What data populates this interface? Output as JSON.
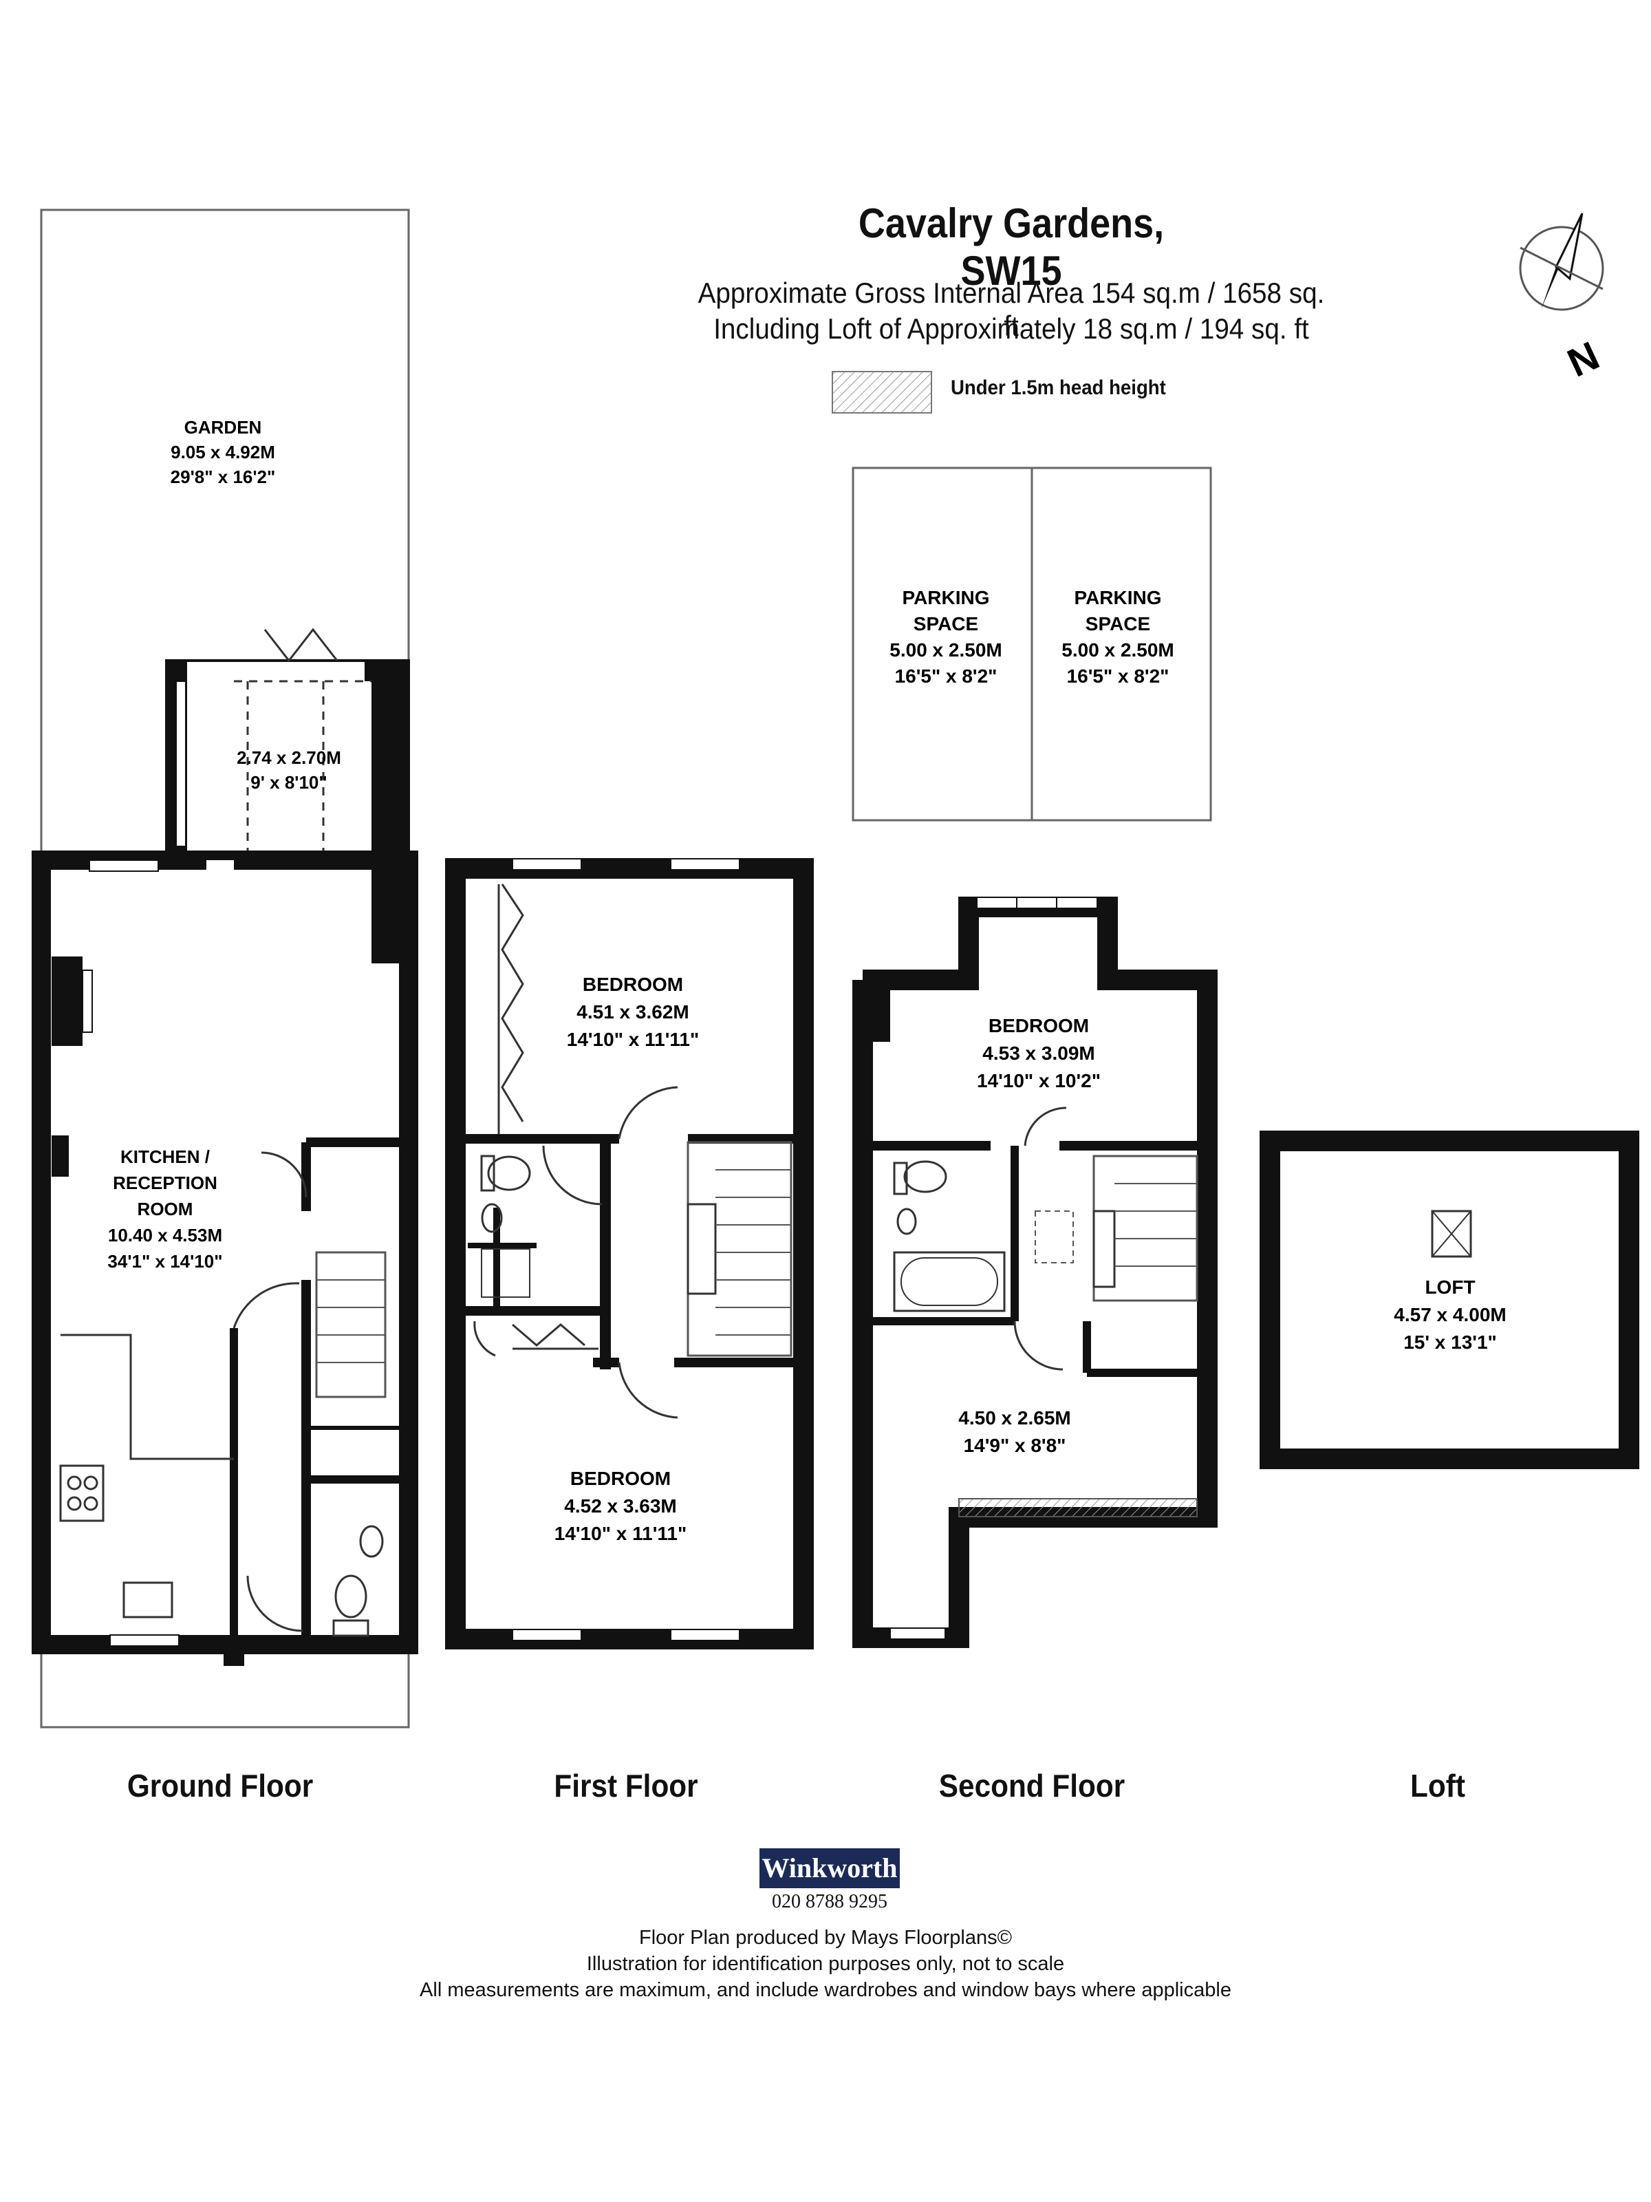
{
  "header": {
    "title": "Cavalry Gardens, SW15",
    "area_line1": "Approximate Gross Internal Area 154 sq.m  /  1658 sq. ft",
    "area_line2": "Including Loft of Approximately 18 sq.m  /  194 sq. ft",
    "legend_label": "Under 1.5m head height",
    "compass_label": "N"
  },
  "rooms": {
    "garden": {
      "name": "GARDEN",
      "metric": "9.05 x 4.92M",
      "imperial": "29'8\" x 16'2\""
    },
    "conservatory": {
      "metric": "2.74 x 2.70M",
      "imperial": "9' x 8'10\""
    },
    "kitchen": {
      "name1": "KITCHEN /",
      "name2": "RECEPTION",
      "name3": "ROOM",
      "metric": "10.40 x 4.53M",
      "imperial": "34'1\" x 14'10\""
    },
    "parking1": {
      "name1": "PARKING",
      "name2": "SPACE",
      "metric": "5.00 x 2.50M",
      "imperial": "16'5\" x 8'2\""
    },
    "parking2": {
      "name1": "PARKING",
      "name2": "SPACE",
      "metric": "5.00 x 2.50M",
      "imperial": "16'5\" x 8'2\""
    },
    "bedroom1": {
      "name": "BEDROOM",
      "metric": "4.51 x 3.62M",
      "imperial": "14'10\" x 11'11\""
    },
    "bedroom2": {
      "name": "BEDROOM",
      "metric": "4.52 x 3.63M",
      "imperial": "14'10\" x 11'11\""
    },
    "bedroom3": {
      "name": "BEDROOM",
      "metric": "4.53 x 3.09M",
      "imperial": "14'10\" x 10'2\""
    },
    "second_room": {
      "metric": "4.50 x 2.65M",
      "imperial": "14'9\" x 8'8\""
    },
    "loft": {
      "name": "LOFT",
      "metric": "4.57 x 4.00M",
      "imperial": "15' x 13'1\""
    }
  },
  "floors": {
    "ground": "Ground Floor",
    "first": "First Floor",
    "second": "Second Floor",
    "loft": "Loft"
  },
  "footer": {
    "agent": "Winkworth",
    "phone": "020 8788 9295",
    "line1": "Floor Plan produced by Mays Floorplans©",
    "line2": "Illustration for identification purposes only, not to scale",
    "line3": "All measurements are maximum, and include wardrobes and window bays where applicable"
  }
}
